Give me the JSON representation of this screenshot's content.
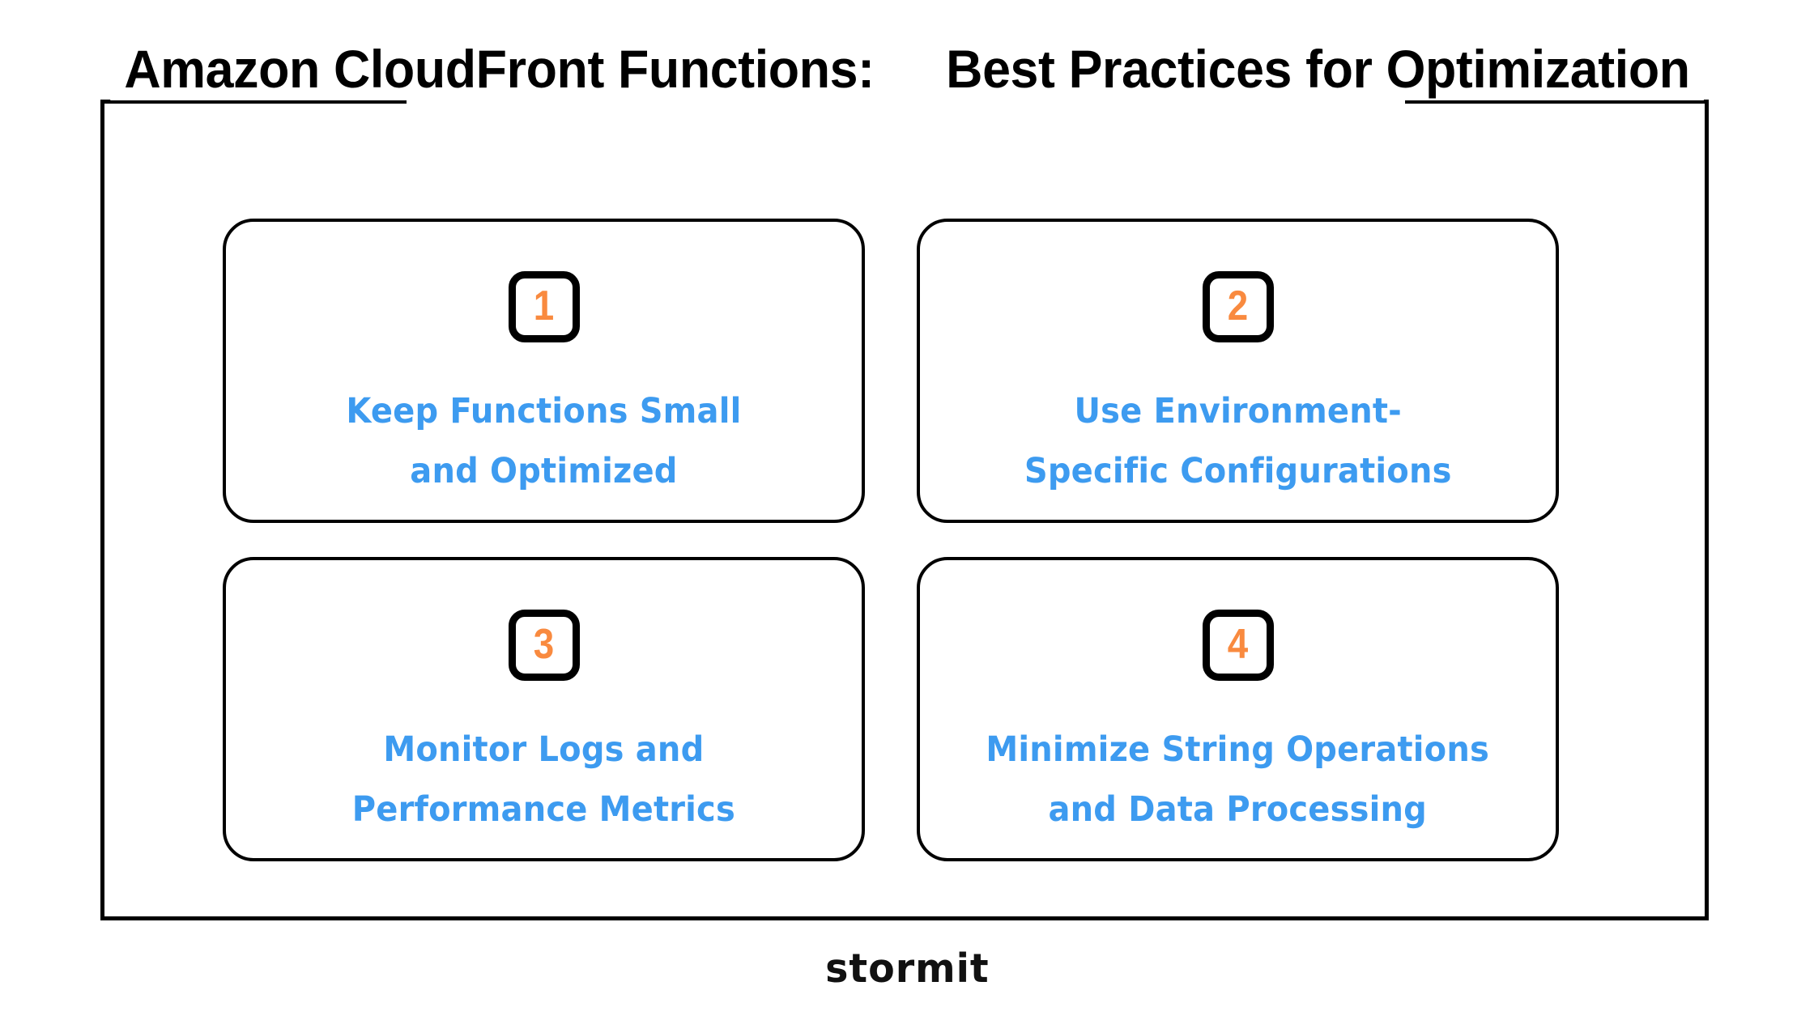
{
  "title": {
    "line1": "Amazon CloudFront Functions:",
    "line2": "Best Practices for Optimization"
  },
  "colors": {
    "background": "#ffffff",
    "frame": "#000000",
    "title_text": "#000000",
    "card_border": "#000000",
    "card_title_text": "#3D9BF0",
    "badge_number": "#F98A3F",
    "logo_text": "#111111"
  },
  "cards": [
    {
      "number": "1",
      "title": "Keep Functions Small\nand Optimized",
      "title_line1": "Keep Functions Small",
      "title_line2": "and Optimized"
    },
    {
      "number": "2",
      "title": "Use Environment-\nSpecific Configurations",
      "title_line1": "Use Environment-",
      "title_line2": "Specific Configurations"
    },
    {
      "number": "3",
      "title": "Monitor Logs and\nPerformance Metrics",
      "title_line1": "Monitor Logs and",
      "title_line2": "Performance Metrics"
    },
    {
      "number": "4",
      "title": "Minimize String Operations\nand Data Processing",
      "title_line1": "Minimize String Operations",
      "title_line2": "and Data Processing"
    }
  ],
  "footer": {
    "logo_text": "stormit"
  }
}
